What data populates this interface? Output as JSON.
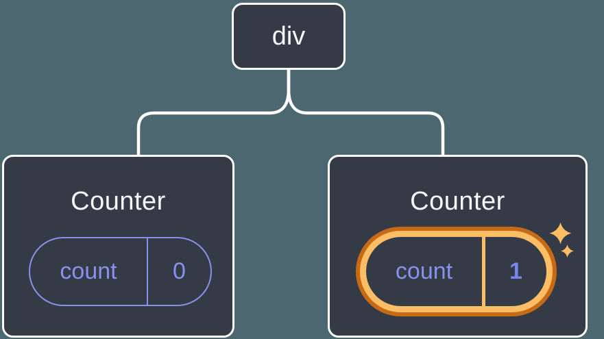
{
  "diagram": {
    "description": "React component tree with preserved state",
    "root": {
      "label": "div"
    },
    "children": [
      {
        "title": "Counter",
        "state": {
          "key": "count",
          "value": "0"
        },
        "highlighted": false
      },
      {
        "title": "Counter",
        "state": {
          "key": "count",
          "value": "1"
        },
        "highlighted": true
      }
    ]
  },
  "icons": {
    "sparkle": "sparkle-icon"
  },
  "colors": {
    "background": "#4C676F",
    "node-fill": "#343B47",
    "node-border": "#FFFFFF",
    "text-light": "#F6F7F9",
    "state-purple": "#8891EC",
    "state-value-purple": "#7A85E8",
    "highlight-outer": "#C76A15",
    "highlight-inner": "#FBBE64",
    "sparkle": "#FBBE64"
  }
}
